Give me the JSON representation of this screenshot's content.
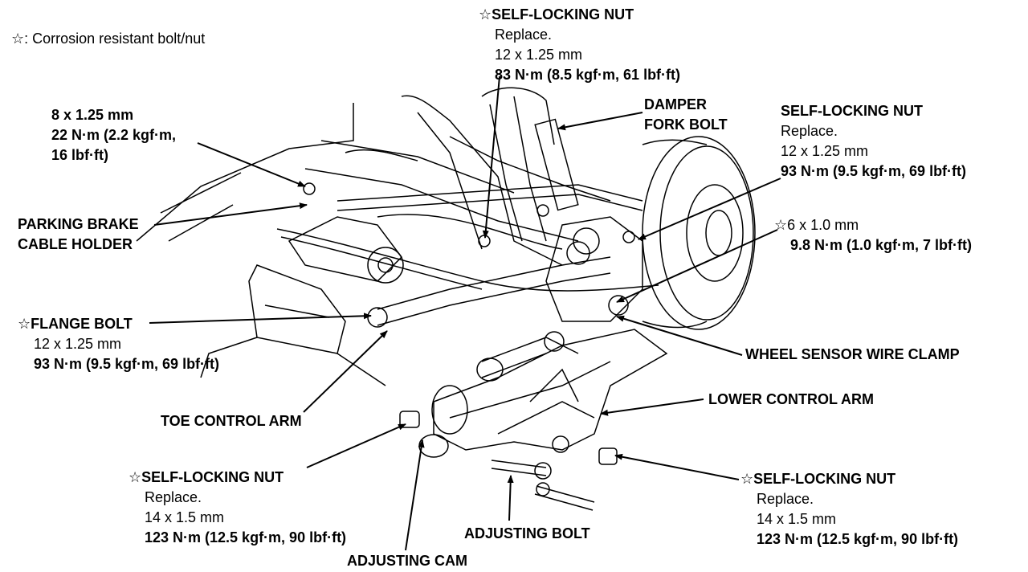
{
  "legend": {
    "symbol": "☆",
    "text": ": Corrosion resistant bolt/nut"
  },
  "callouts": {
    "bolt_8x125": {
      "size": "8 x 1.25 mm",
      "torque1": "22 N·m (2.2 kgf·m,",
      "torque2": "16 lbf·ft)"
    },
    "parking_brake": {
      "line1": "PARKING BRAKE",
      "line2": "CABLE HOLDER"
    },
    "flange_bolt": {
      "star": "☆",
      "name": "FLANGE BOLT",
      "size": "12 x 1.25 mm",
      "torque": "93 N·m (9.5 kgf·m, 69 lbf·ft)"
    },
    "toe_control_arm": {
      "name": "TOE CONTROL ARM"
    },
    "top_nut": {
      "star": "☆",
      "name": "SELF-LOCKING NUT",
      "note": "Replace.",
      "size": "12 x 1.25 mm",
      "torque": "83 N·m (8.5 kgf·m, 61 lbf·ft)"
    },
    "damper_fork_bolt": {
      "line1": "DAMPER",
      "line2": "FORK BOLT"
    },
    "right_nut": {
      "name": "SELF-LOCKING NUT",
      "note": "Replace.",
      "size": "12 x 1.25 mm",
      "torque": "93 N·m (9.5 kgf·m, 69 lbf·ft)"
    },
    "bolt_6x10": {
      "star": "☆",
      "size": "6 x 1.0 mm",
      "torque": "9.8 N·m (1.0 kgf·m, 7 lbf·ft)"
    },
    "wheel_sensor": {
      "name": "WHEEL SENSOR WIRE CLAMP"
    },
    "lower_control_arm": {
      "name": "LOWER CONTROL ARM"
    },
    "bottom_left_nut": {
      "star": "☆",
      "name": "SELF-LOCKING NUT",
      "note": "Replace.",
      "size": "14 x 1.5 mm",
      "torque": "123 N·m (12.5 kgf·m, 90 lbf·ft)"
    },
    "bottom_right_nut": {
      "star": "☆",
      "name": "SELF-LOCKING NUT",
      "note": "Replace.",
      "size": "14 x 1.5 mm",
      "torque": "123 N·m (12.5 kgf·m, 90 lbf·ft)"
    },
    "adjusting_bolt": {
      "name": "ADJUSTING BOLT"
    },
    "adjusting_cam": {
      "name": "ADJUSTING CAM"
    }
  },
  "colors": {
    "ink": "#000000",
    "paper": "#ffffff"
  }
}
